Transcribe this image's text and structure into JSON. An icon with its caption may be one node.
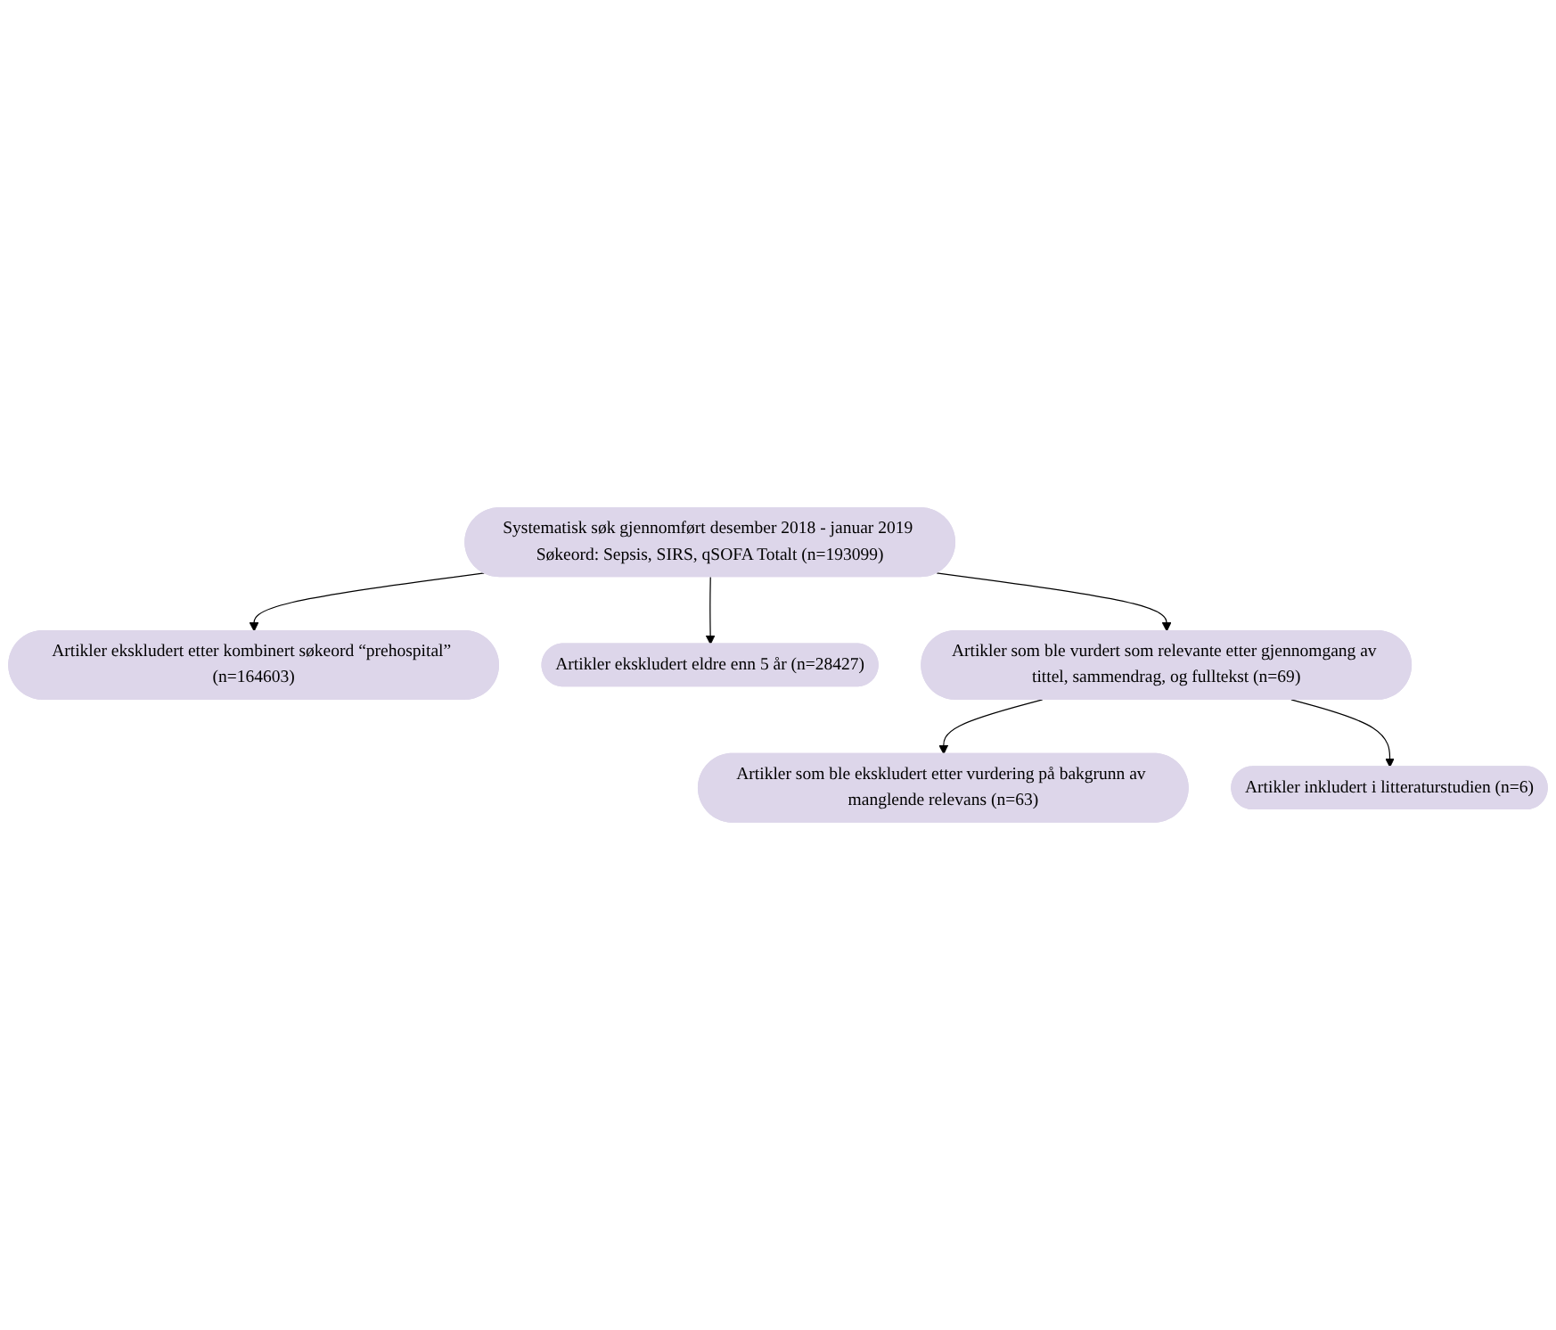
{
  "diagram": {
    "nodes": [
      {
        "text": [
          "Systematisk søk gjennomført desember 2018 - januar 2019 Søkeord: Sepsis, SIRS, qSOFA Totalt (n=193099)"
        ]
      },
      {
        "text": [
          "Artikler ekskludert etter kombinert søkeord “prehospital” (n=164603)"
        ]
      },
      {
        "text": [
          "Artikler ekskludert eldre enn 5 år (n=28427)"
        ]
      },
      {
        "text": [
          "Artikler som ble vurdert som relevante etter gjennomgang av tittel, sammendrag, og fulltekst (n=69)"
        ]
      },
      {
        "text": [
          "Artikler som ble ekskludert etter vurdering på bakgrunn av manglende relevans (n=63)"
        ]
      },
      {
        "text": [
          "Artikler inkludert i litteraturstudien (n=6)"
        ]
      }
    ],
    "edges": [
      {
        "from": 0,
        "to": 1,
        "arrow": "to"
      },
      {
        "from": 0,
        "to": 2,
        "arrow": "to"
      },
      {
        "from": 0,
        "to": 3,
        "arrow": "to"
      },
      {
        "from": 3,
        "to": 4,
        "arrow": "to"
      },
      {
        "from": 3,
        "to": 5,
        "arrow": "to"
      }
    ]
  }
}
